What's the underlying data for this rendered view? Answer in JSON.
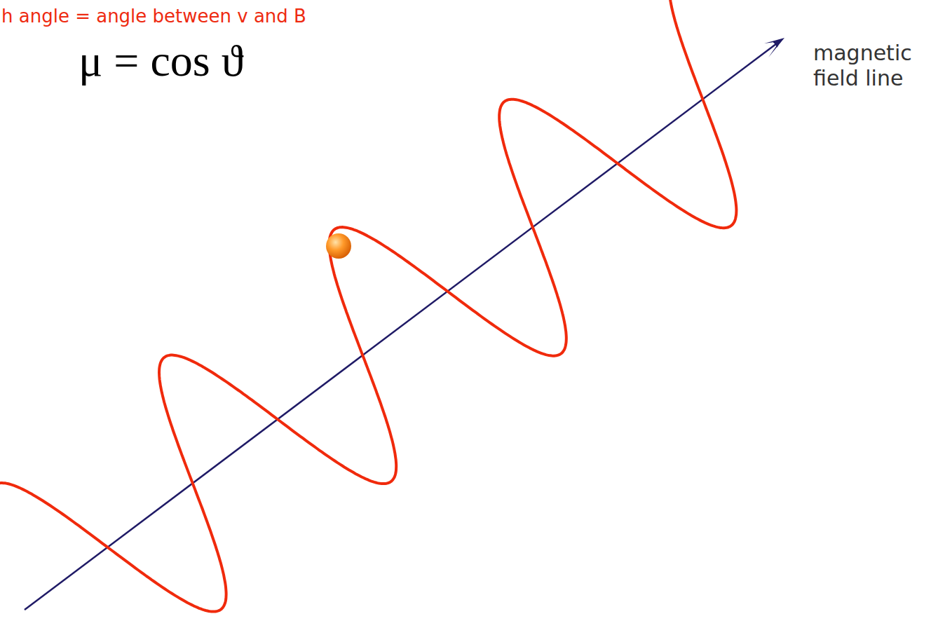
{
  "diagram": {
    "labels": [
      "h angle = angle between v and B",
      "μ = cos ϑ",
      "magnetic field line"
    ]
  }
}
